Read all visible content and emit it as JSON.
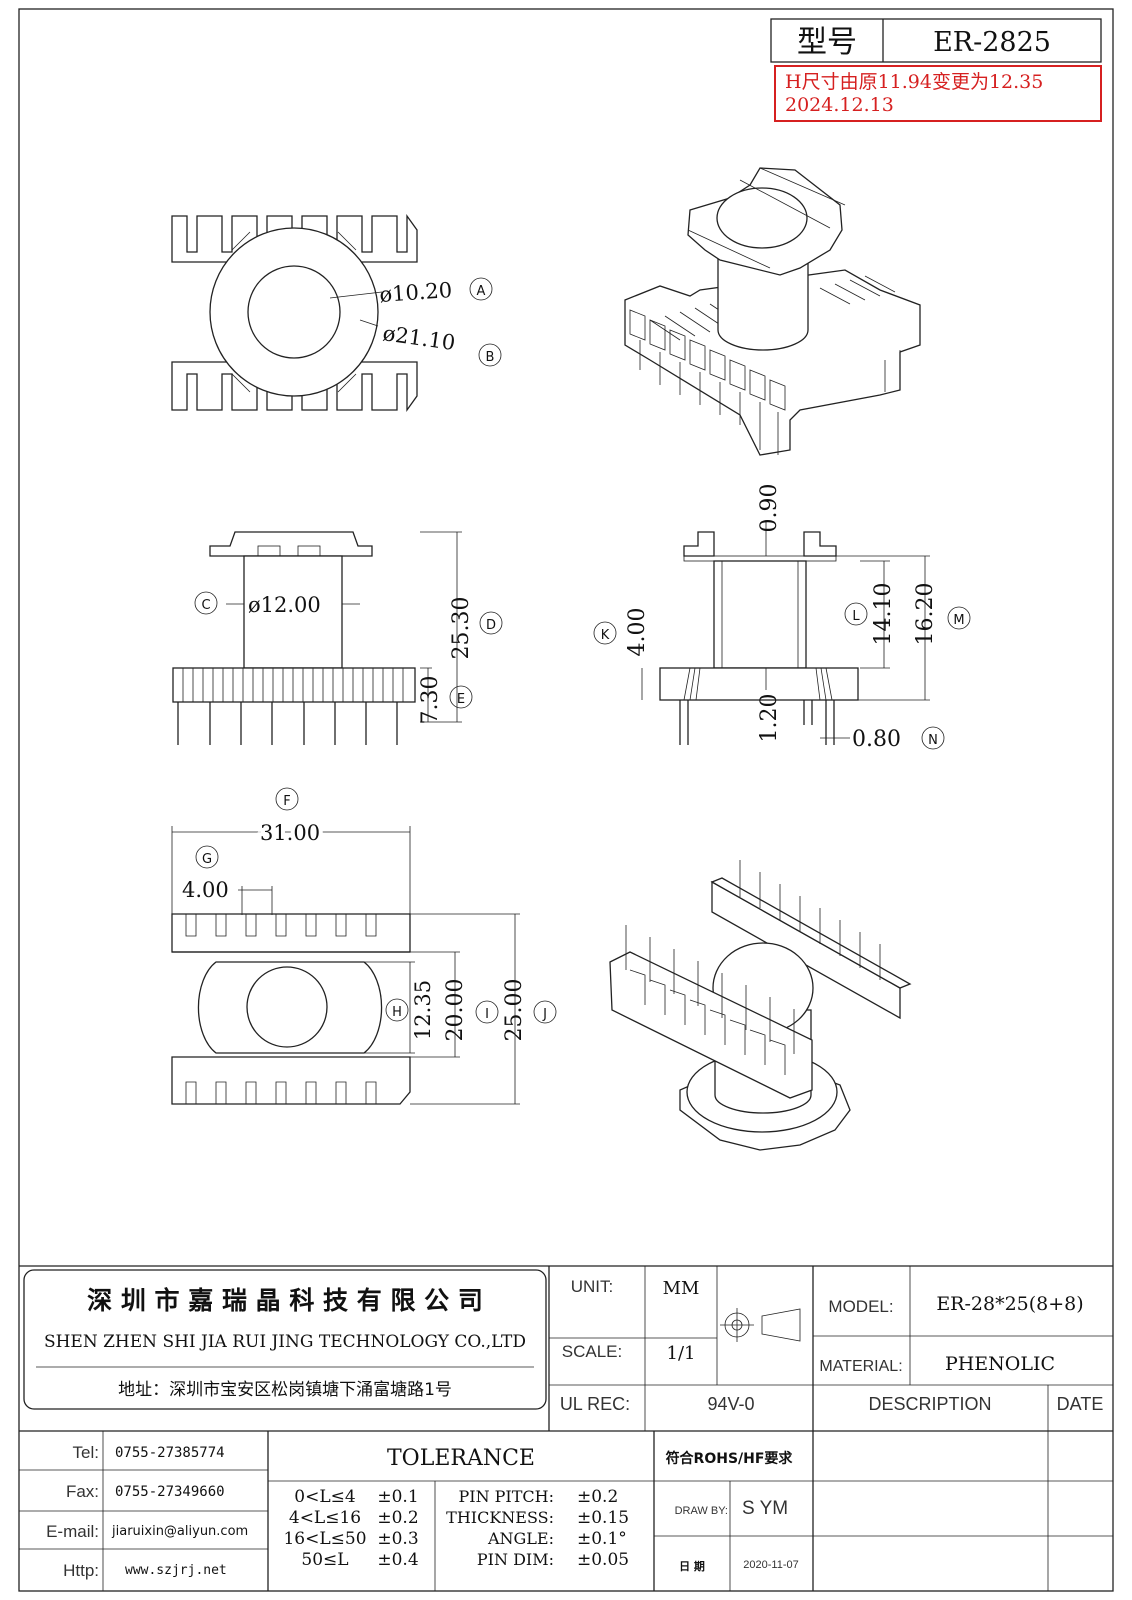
{
  "header": {
    "model_label": "型号",
    "model_value": "ER-2825",
    "revision_note_line1": "H尺寸由原11.94变更为12.35",
    "revision_note_line2": "2024.12.13",
    "note_color": "#d62020"
  },
  "dimensions": {
    "top_view": {
      "inner_dia": "ø10.20",
      "inner_tag": "A",
      "outer_dia": "ø21.10",
      "outer_tag": "B"
    },
    "front_view": {
      "c_tag": "C",
      "core_dia": "ø12.00",
      "height": "25.30",
      "height_tag": "D",
      "base_height": "7.30",
      "base_tag": "E"
    },
    "side_view": {
      "top_gap": "0.90",
      "k_value": "4.00",
      "k_tag": "K",
      "l_tag": "L",
      "l_value": "14.10",
      "m_value": "16.20",
      "m_tag": "M",
      "base": "1.20",
      "pin": "0.80",
      "pin_tag": "N"
    },
    "bottom_view": {
      "f_tag": "F",
      "width": "31.00",
      "g_tag": "G",
      "pitch": "4.00",
      "h_value": "12.35",
      "h_tag": "H",
      "i_value": "20.00",
      "i_tag": "I",
      "j_value": "25.00",
      "j_tag": "J"
    }
  },
  "title_block": {
    "company_cn": "深 圳 市 嘉 瑞 晶 科 技 有 限 公 司",
    "company_en": "SHEN ZHEN SHI   JIA RUI JING   TECHNOLOGY CO.,LTD",
    "address": "地址：深圳市宝安区松岗镇塘下涌富塘路1号",
    "unit_label": "UNIT:",
    "unit_value": "MM",
    "scale_label": "SCALE:",
    "scale_value": "1/1",
    "ul_label": "UL REC:",
    "ul_value": "94V-0",
    "model_label": "MODEL:",
    "model_value": "ER-28*25(8+8)",
    "material_label": "MATERIAL:",
    "material_value": "PHENOLIC",
    "description_label": "DESCRIPTION",
    "date_label": "DATE",
    "tel_label": "Tel:",
    "tel_value": "0755-27385774",
    "fax_label": "Fax:",
    "fax_value": "0755-27349660",
    "email_label": "E-mail:",
    "email_value": "jiaruixin@aliyun.com",
    "http_label": "Http:",
    "http_value": "www.szjrj.net",
    "tolerance_title": "TOLERANCE",
    "tol_rows": [
      {
        "range": "0<L≤4",
        "tol": "±0.1"
      },
      {
        "range": "4<L≤16",
        "tol": "±0.2"
      },
      {
        "range": "16<L≤50",
        "tol": "±0.3"
      },
      {
        "range": "50≤L",
        "tol": "±0.4"
      }
    ],
    "spec_rows": [
      {
        "name": "PIN PITCH:",
        "tol": "±0.2"
      },
      {
        "name": "THICKNESS:",
        "tol": "±0.15"
      },
      {
        "name": "ANGLE:",
        "tol": "±0.1°"
      },
      {
        "name": "PIN DIM:",
        "tol": "±0.05"
      }
    ],
    "rohs": "符合ROHS/HF要求",
    "draw_by_label": "DRAW BY:",
    "draw_by_value": "S  YM",
    "date_cn_label": "日  期",
    "date_value": "2020-11-07"
  }
}
